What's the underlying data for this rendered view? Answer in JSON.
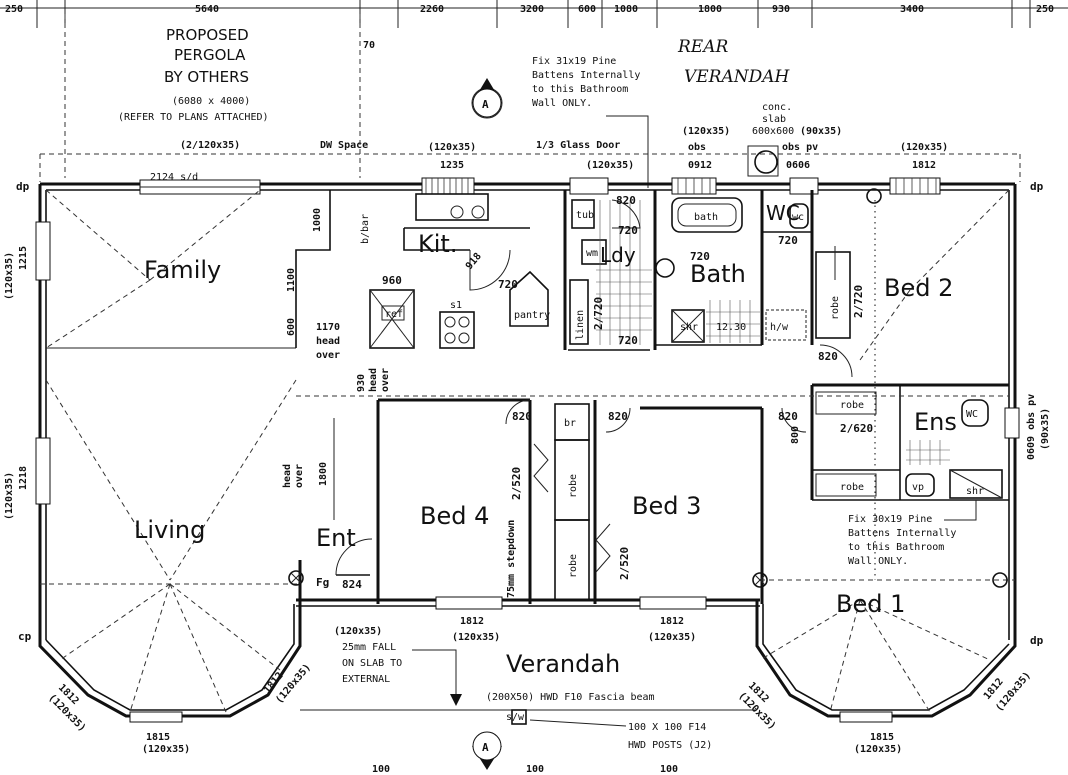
{
  "top_dimensions": [
    "250",
    "5640",
    "2260",
    "3200",
    "600",
    "1080",
    "1800",
    "930",
    "3400",
    "250"
  ],
  "pergola": {
    "line1": "PROPOSED",
    "line2": "PERGOLA",
    "line3": "BY OTHERS",
    "line4": "(6080 x 4000)",
    "line5": "(REFER TO PLANS ATTACHED)",
    "dim": "70"
  },
  "rear_verandah": {
    "line1": "REAR",
    "line2": "VERANDAH"
  },
  "section_marker": "A",
  "batten_note_top": {
    "line1": "Fix 31x19 Pine",
    "line2": "Battens Internally",
    "line3": "to this Bathroom",
    "line4": "Wall ONLY."
  },
  "batten_note_ens": {
    "line1": "Fix 30x19 Pine",
    "line2": "Battens Internally",
    "line3": "to this Bathroom",
    "line4": "Wall ONLY."
  },
  "conc_slab": {
    "line1": "conc.",
    "line2": "slab",
    "line3": "600x600"
  },
  "window_specs": {
    "family_top": "(2/120x35)",
    "family_sd": "2124 s/d",
    "dw_space": "DW Space",
    "kit_win": "(120x35)",
    "kit_win_size": "1235",
    "glass_door": "1/3 Glass Door",
    "glass_door_spec": "(120x35)",
    "bath_win": "(120x35)",
    "bath_obs": "obs",
    "bath_size": "0912",
    "wc_spec": "(90x35)",
    "wc_obs": "obs pv",
    "wc_size": "0606",
    "bed2_spec": "(120x35)",
    "bed2_size": "1812",
    "family_side_spec": "(120x35)",
    "family_side_size": "1215",
    "living_side_spec": "(120x35)",
    "living_side_size": "1218",
    "ens_side_size": "0609 obs pv",
    "ens_side_spec": "(90x35)",
    "bed4_win_size": "1812",
    "bed4_win_spec": "(120x35)",
    "bed3_win_size": "1812",
    "bed3_win_spec": "(120x35)",
    "bay_left_size": "1815",
    "bay_left_spec": "(120x35)",
    "bay_left_side_a": "1812",
    "bay_left_side_a_spec": "(120x35)",
    "bay_left_side_b": "1812",
    "bay_left_side_b_spec": "(120x35)",
    "bay_right_size": "1815",
    "bay_right_spec": "(120x35)",
    "bay_right_side_a": "1812",
    "bay_right_side_a_spec": "(120x35)",
    "bay_right_side_b": "1812",
    "bay_right_side_b_spec": "(120x35)",
    "ent_spec": "(120x35)"
  },
  "rooms": {
    "family": "Family",
    "kit": "Kit.",
    "ldy": "Ldy",
    "bath": "Bath",
    "bed2": "Bed 2",
    "living": "Living",
    "ent": "Ent",
    "bed4": "Bed 4",
    "bed3": "Bed 3",
    "ens": "Ens",
    "bed1": "Bed 1",
    "verandah": "Verandah"
  },
  "fixtures": {
    "bbar": "b/bar",
    "ref": "ref",
    "s1": "s1",
    "pantry": "pantry",
    "linen": "linen",
    "tub": "tub",
    "bath": "bath",
    "wc": "WC",
    "wc_small": "wc",
    "wm": "wm",
    "shr": "shr",
    "robe": "robe",
    "hw": "h/w",
    "br": "br",
    "vp": "vp",
    "fg": "Fg",
    "sw": "s/w",
    "dp": "dp",
    "cp": "cp",
    "frig": "960"
  },
  "doors": {
    "kit": "720",
    "ldy1": "820",
    "ldy2": "720",
    "ldy3": "720",
    "linen": "2/720",
    "wc_door": "720",
    "bed2_robe": "2/720",
    "bed2": "820",
    "bed4_door": "820",
    "bed3_door": "820",
    "bed4_robe": "2/520",
    "bed3_robe": "2/520",
    "bed1_door": "820",
    "ens_door": "2/620",
    "ent": "824",
    "ens_wc_door": "720",
    "bath_door": "720"
  },
  "dims": {
    "kit_1000": "1000",
    "kit_1100": "1100",
    "kit_600": "600",
    "kit_918": "918",
    "head_1170": "1170",
    "head_word": "head",
    "over_word": "over",
    "head_930": "930",
    "head_1800": "1800",
    "bed1_head": "800",
    "stepdown": "75mm stepdown",
    "shr_size": "12.30"
  },
  "verandah_notes": {
    "slab1": "25mm FALL",
    "slab2": "ON SLAB TO",
    "slab3": "EXTERNAL",
    "fascia": "(200X50) HWD F10 Fascia beam",
    "posts1": "100 X 100 F14",
    "posts2": "HWD POSTS (J2)",
    "sw": "s/w"
  },
  "bottom_numbers": [
    "100",
    "100",
    "100"
  ]
}
